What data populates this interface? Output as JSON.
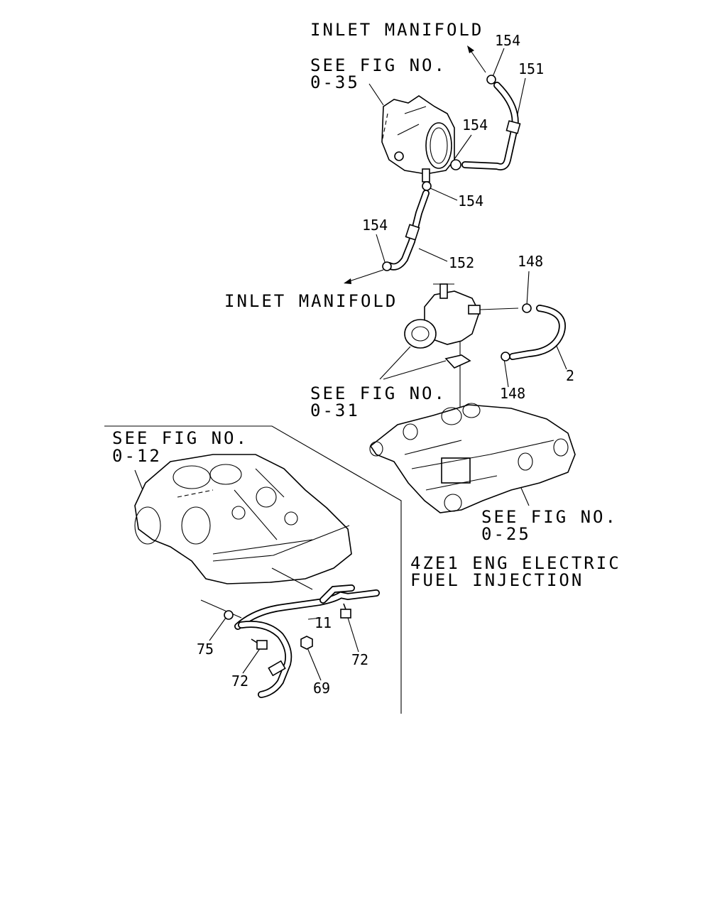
{
  "labels": {
    "inlet_manifold_top": "INLET MANIFOLD",
    "see_fig_035_line1": "SEE FIG NO.",
    "see_fig_035_line2": "0-35",
    "inlet_manifold_mid": "INLET MANIFOLD",
    "see_fig_031_line1": "SEE FIG NO.",
    "see_fig_031_line2": "0-31",
    "see_fig_012_line1": "SEE FIG NO.",
    "see_fig_012_line2": "0-12",
    "see_fig_025_line1": "SEE FIG NO.",
    "see_fig_025_line2": "0-25",
    "engine_note_line1": "4ZE1 ENG ELECTRIC",
    "engine_note_line2": "FUEL INJECTION"
  },
  "callouts": {
    "c154_a": "154",
    "c151": "151",
    "c154_b": "154",
    "c154_c": "154",
    "c154_d": "154",
    "c152": "152",
    "c148_a": "148",
    "c2": "2",
    "c148_b": "148",
    "c11": "11",
    "c75": "75",
    "c72_a": "72",
    "c72_b": "72",
    "c69": "69"
  }
}
